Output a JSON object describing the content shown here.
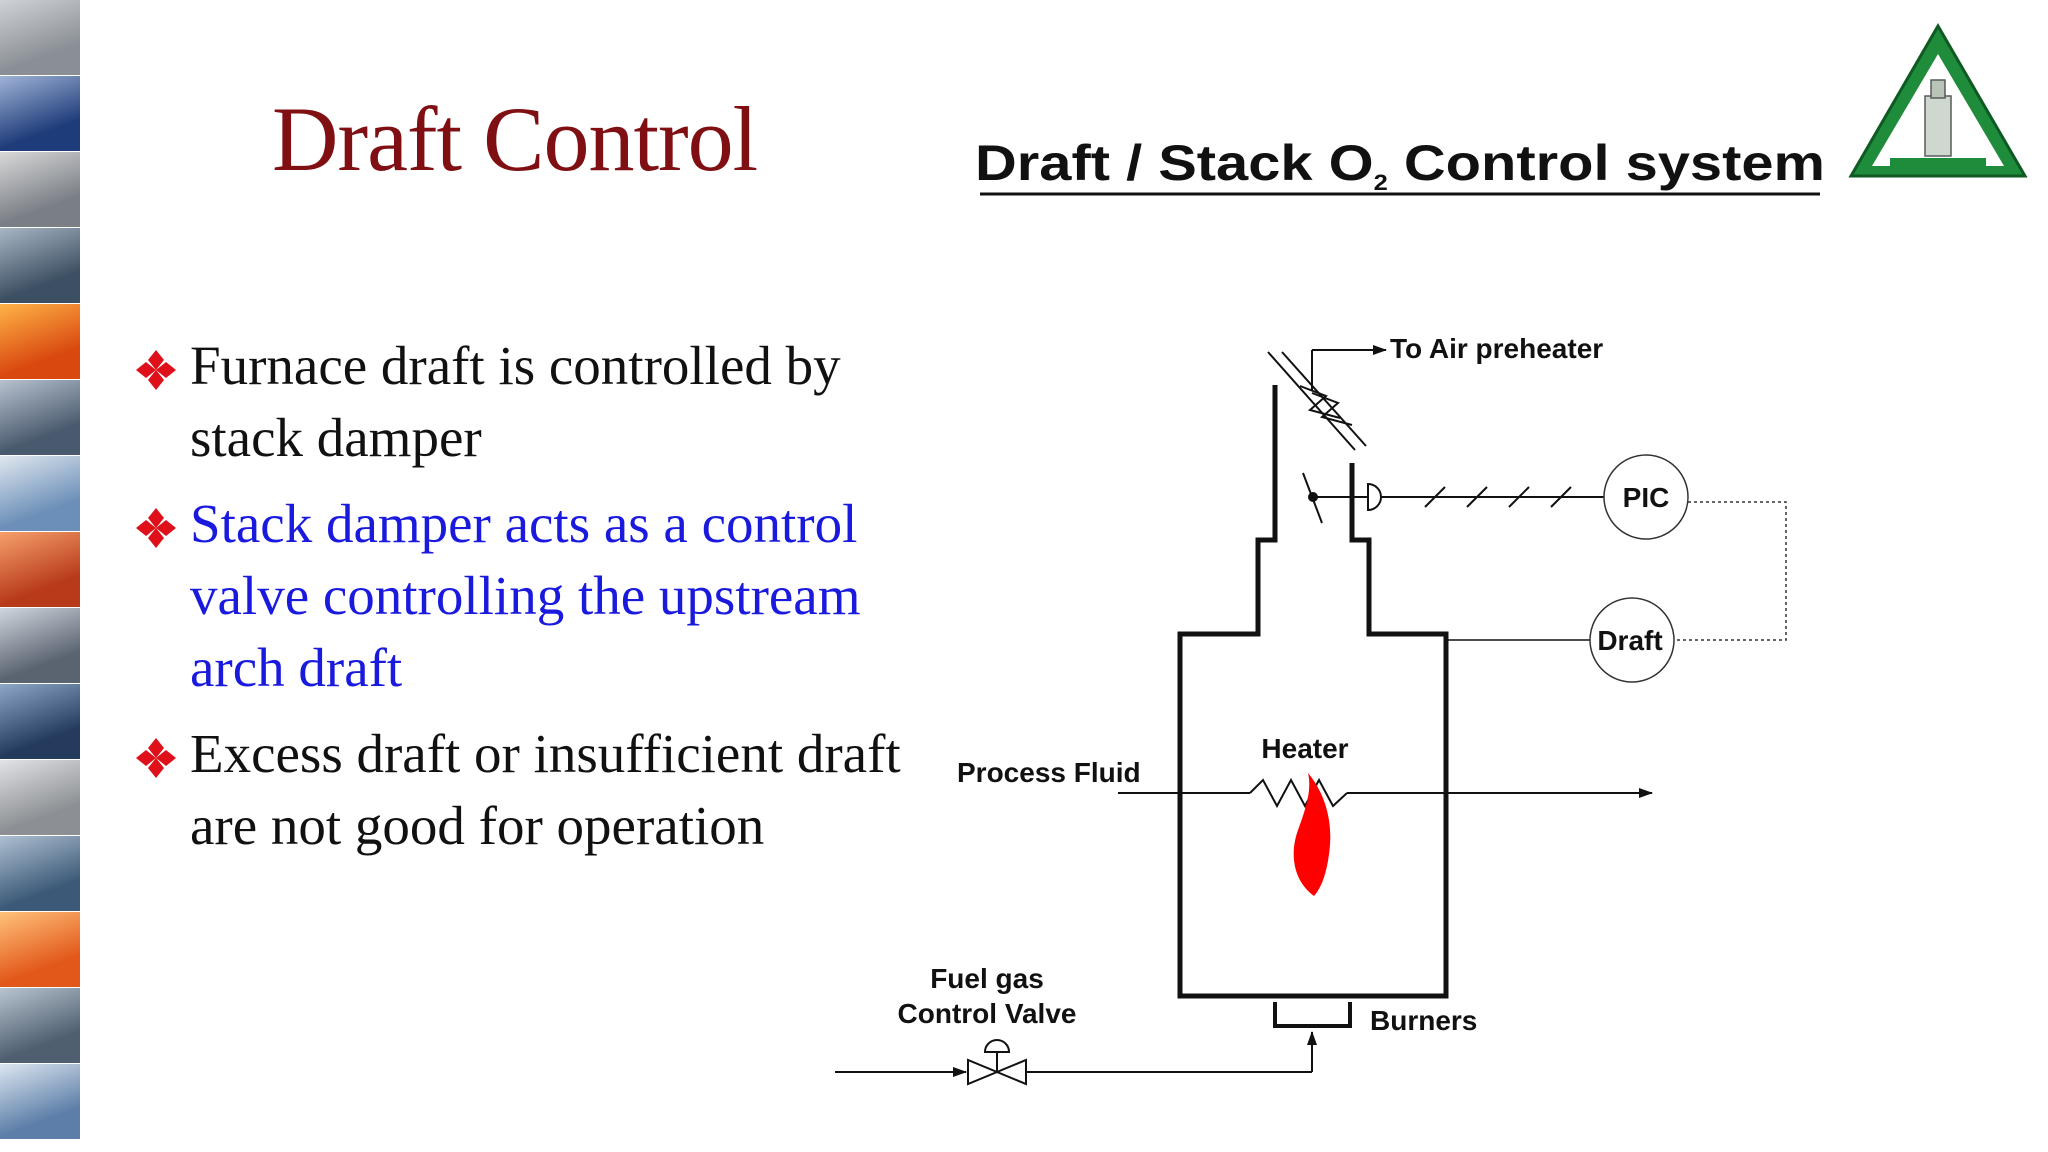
{
  "slide_title": "Draft Control",
  "diagram_heading": {
    "prefix": "Draft / Stack O",
    "subscript": "2",
    "suffix": " Control system"
  },
  "bullets": [
    {
      "text": "Furnace draft is controlled by stack damper",
      "color": "#111111"
    },
    {
      "text": "Stack damper acts as a control valve controlling the upstream arch draft",
      "color": "#1a1adf"
    },
    {
      "text": "Excess draft or insufficient draft are not good for operation",
      "color": "#111111"
    }
  ],
  "diagram_labels": {
    "to_air_preheater": "To Air preheater",
    "pic": "PIC",
    "draft": "Draft",
    "heater": "Heater",
    "process_fluid": "Process Fluid",
    "fuel_gas_line1": "Fuel gas",
    "fuel_gas_line2": "Control Valve",
    "burners": "Burners"
  },
  "colors": {
    "title": "#7f0f12",
    "bullet_mark": "#e0101a",
    "blue_text": "#1a1adf",
    "flame": "#ff0000",
    "logo_green": "#1e8c3a"
  },
  "icons": {
    "bullet": "four-diamond-bullet-icon",
    "logo": "triangle-company-logo",
    "flame": "flame-icon"
  }
}
